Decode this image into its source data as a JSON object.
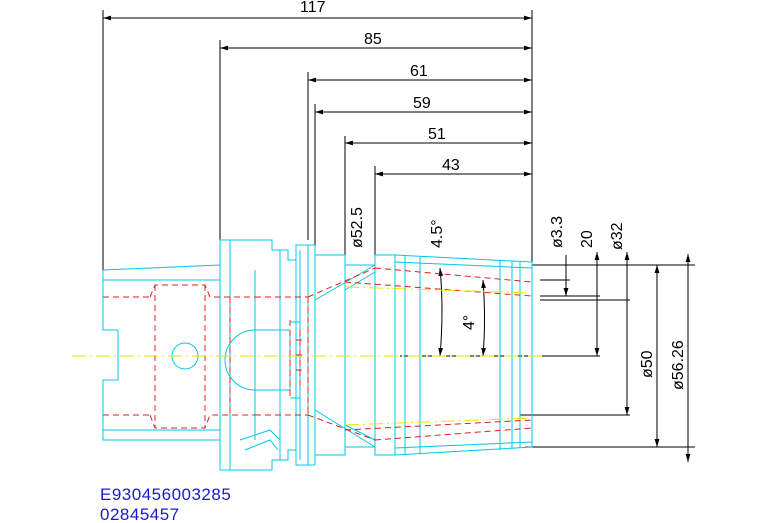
{
  "drawing": {
    "horizontal_dimensions": [
      "117",
      "85",
      "61",
      "59",
      "51",
      "43"
    ],
    "vertical_dimensions": [
      "ø52.5",
      "4.5°",
      "4°",
      "ø3.3",
      "20",
      "ø32",
      "ø50",
      "ø56.26"
    ],
    "part_codes": [
      "E930456003285",
      "02845457"
    ]
  },
  "colors": {
    "outline": "#00c8e6",
    "hidden": "#e02020",
    "centerline": "#e6e600",
    "dimension": "#000000",
    "code": "#1a1acc"
  }
}
